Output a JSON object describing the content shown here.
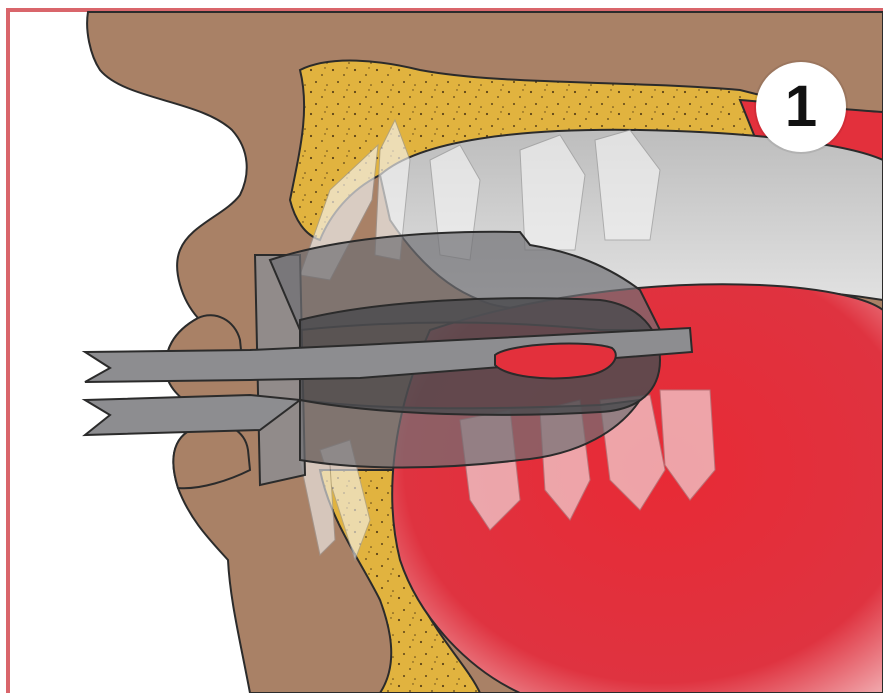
{
  "figure": {
    "step_number": "1",
    "colors": {
      "frame": "#d9656b",
      "skin": "#a98166",
      "bone": "#e1b33f",
      "oral_cavity": "#d8d8d8",
      "tongue": "#e3303c",
      "device": "#6f6f73",
      "teeth": "#f4f4f4"
    },
    "parts": [
      "skin",
      "bone",
      "teeth",
      "tongue",
      "oral-cavity",
      "mouth-device"
    ]
  }
}
